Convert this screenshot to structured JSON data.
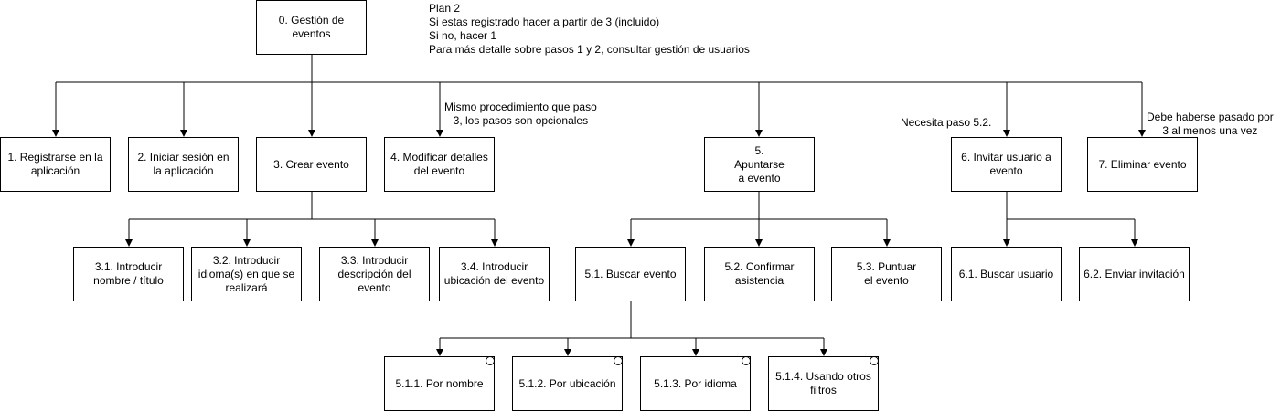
{
  "plan": {
    "lines": [
      "Plan 2",
      "Si estas registrado hacer a partir de 3 (incluido)",
      "Si no, hacer 1",
      "Para más detalle sobre pasos 1 y 2, consultar gestión de usuarios"
    ]
  },
  "notes": {
    "modify": [
      "Mismo procedimiento que paso",
      "3, los pasos son opcionales"
    ],
    "invite": [
      "Necesita paso 5.2."
    ],
    "delete": [
      "Debe haberse pasado por",
      "3 al menos una vez"
    ]
  },
  "nodes": {
    "n0": {
      "label": "0. Gestión de eventos"
    },
    "n1": {
      "label": "1. Registrarse en la aplicación"
    },
    "n2": {
      "label": "2. Iniciar sesión en la aplicación"
    },
    "n3": {
      "label": "3. Crear evento"
    },
    "n4": {
      "label": "4. Modificar detalles del evento"
    },
    "n5": {
      "label": "5. Apuntarse a evento"
    },
    "n6": {
      "label": "6. Invitar usuario a evento"
    },
    "n7": {
      "label": "7. Eliminar evento"
    },
    "n31": {
      "label": "3.1. Introducir nombre / título"
    },
    "n32": {
      "label": "3.2. Introducir idioma(s) en que se realizará"
    },
    "n33": {
      "label": "3.3. Introducir descripción del evento"
    },
    "n34": {
      "label": "3.4. Introducir ubicación del evento"
    },
    "n51": {
      "label": "5.1. Buscar evento"
    },
    "n52": {
      "label": "5.2. Confirmar asistencia"
    },
    "n53": {
      "label": "5.3. Puntuar el evento"
    },
    "n61": {
      "label": "6.1. Buscar usuario"
    },
    "n62": {
      "label": "6.2. Enviar invitación"
    },
    "n511": {
      "label": "5.1.1. Por nombre"
    },
    "n512": {
      "label": "5.1.2. Por ubicación"
    },
    "n513": {
      "label": "5.1.3. Por idioma"
    },
    "n514": {
      "label": "5.1.4. Usando otros filtros"
    }
  }
}
